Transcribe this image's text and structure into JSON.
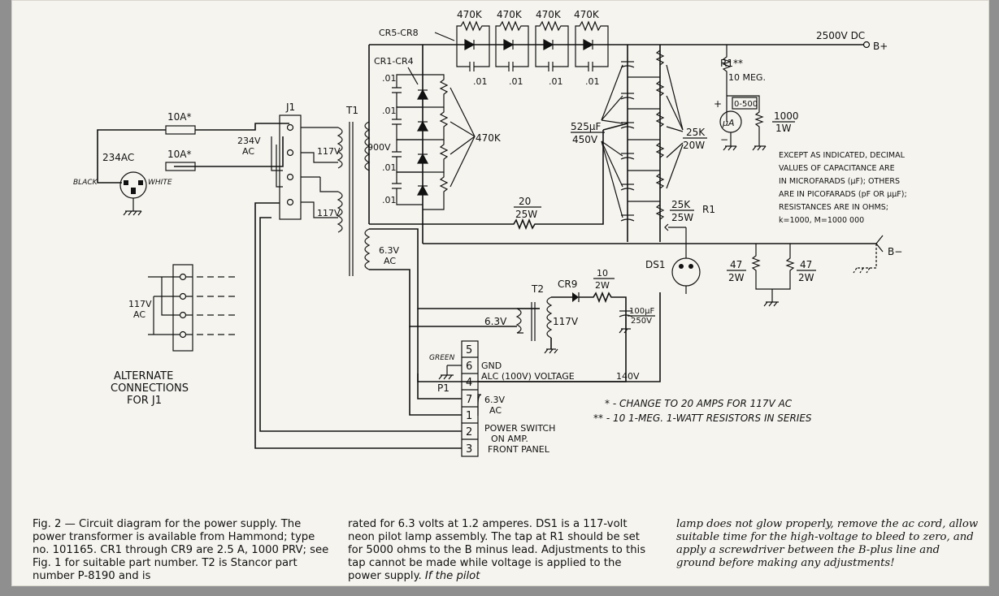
{
  "schematic": {
    "output": {
      "voltage": "2500V DC",
      "bplus": "B+",
      "bminus": "B−"
    },
    "rectifier_chain": {
      "ref": "CR5-CR8",
      "resistors": [
        "470K",
        "470K",
        "470K",
        "470K"
      ],
      "caps": [
        ".01",
        ".01",
        ".01",
        ".01"
      ]
    },
    "bridge": {
      "ref": "CR1-CR4",
      "caps": [
        ".01",
        ".01",
        ".01",
        ".01"
      ],
      "resistor": "470K"
    },
    "filter": {
      "cap": "525μF",
      "cap_voltage": "450V",
      "bleeder": "25K",
      "bleeder_power": "20W"
    },
    "series_res": {
      "value": "20",
      "power": "25W"
    },
    "r1": {
      "ref": "R1",
      "value": "25K",
      "power": "25W"
    },
    "meter": {
      "r_label": "R1**",
      "r_value": "10 MEG.",
      "plus": "+",
      "range": "0-500",
      "symbol": "μA",
      "minus": "−",
      "shunt": "1000",
      "shunt_power": "1W"
    },
    "note": [
      "EXCEPT AS INDICATED, DECIMAL",
      "VALUES OF CAPACITANCE ARE",
      "IN MICROFARADS (μF); OTHERS",
      "ARE IN PICOFARADS (pF OR μμF);",
      "RESISTANCES ARE IN OHMS;",
      "k=1000, M=1000 000"
    ],
    "input": {
      "fuse1": "10A*",
      "fuse2": "10A*",
      "voltage": "234AC",
      "black": "BLACK",
      "white": "WHITE"
    },
    "j1": {
      "ref": "J1",
      "voltage_top": "234V",
      "voltage_bottom": "AC"
    },
    "t1": {
      "ref": "T1",
      "winding1": "117V",
      "winding2": "117V",
      "secondary": "900V",
      "fil_top": "6.3V",
      "fil_bottom": "AC"
    },
    "t2": {
      "ref": "T2",
      "primary": "6.3V",
      "secondary": "117V",
      "cr": "CR9",
      "res_value": "10",
      "res_power": "2W",
      "cap": "100μF",
      "cap_voltage": "250V"
    },
    "ds1": {
      "ref": "DS1"
    },
    "bleeders": {
      "r1": "47",
      "r1_power": "2W",
      "r2": "47",
      "r2_power": "2W"
    },
    "p1": {
      "ref": "P1",
      "green": "GREEN",
      "pins": [
        "5",
        "6",
        "4",
        "7",
        "1",
        "2",
        "3"
      ],
      "gnd": "GND",
      "alc": "ALC (100V) VOLTAGE",
      "alc_v": "140V",
      "fil_v": "6.3V",
      "fil_ac": "AC",
      "sw1": "POWER SWITCH",
      "sw2": "ON AMP.",
      "sw3": "FRONT PANEL"
    },
    "alt": {
      "voltage_top": "117V",
      "voltage_bottom": "AC",
      "title1": "ALTERNATE",
      "title2": "CONNECTIONS",
      "title3": "FOR J1"
    },
    "footnotes": [
      "* - CHANGE TO 20 AMPS FOR 117V AC",
      "** - 10  1-MEG. 1-WATT RESISTORS IN SERIES"
    ]
  },
  "caption": {
    "col1": "Fig. 2 — Circuit diagram for the power supply. The power transformer is available from Hammond; type no. 101165. CR1 through CR9 are 2.5 A, 1000 PRV; see Fig. 1 for suitable part number. T2 is Stancor part number P-8190 and is",
    "col2": "rated for 6.3 volts at 1.2 amperes. DS1 is a 117-volt neon pilot lamp assembly. The tap at R1 should be set for 5000 ohms to the B minus lead. Adjustments to this tap cannot be made while voltage is applied to the power supply.",
    "col2_italic": "If the pilot",
    "col3": "lamp does not glow properly, remove the ac cord, allow suitable time for the high-voltage to bleed to zero, and apply a screwdriver between the B-plus line and ground before making any adjustments!"
  }
}
